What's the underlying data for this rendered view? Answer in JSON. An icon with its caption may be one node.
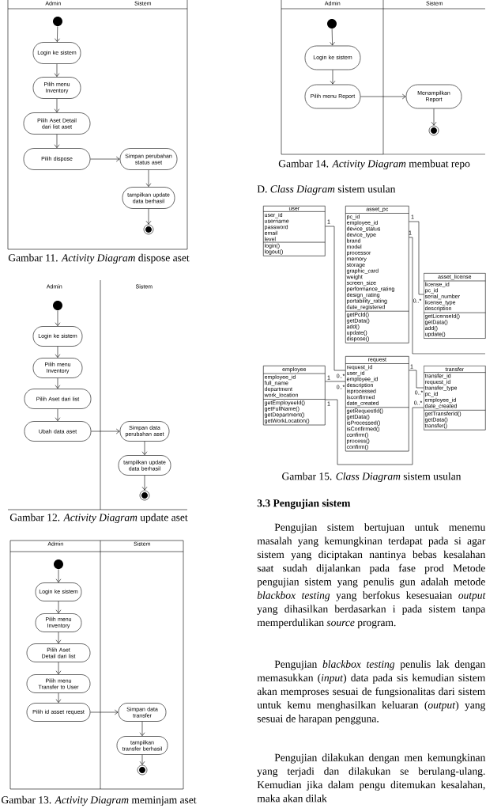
{
  "diagram": {
    "nodes": [
      {
        "text": [
          "Admin"
        ]
      },
      {
        "text": [
          "Sistem"
        ]
      },
      {
        "text": [],
        "shape": "circle",
        "in": 0
      },
      {
        "text": [
          "Login ke sistem"
        ],
        "in": 0
      },
      {
        "text": [
          "Pilih menu Inventory"
        ],
        "in": 0
      },
      {
        "text": [
          "Pilih Aset Detail dari list aset"
        ],
        "in": 0
      },
      {
        "text": [
          "Pilih dispose"
        ],
        "in": 0
      },
      {
        "text": [
          "Simpan perubahan status aset"
        ],
        "in": 1
      },
      {
        "text": [
          "tampilkan update data berhasil"
        ],
        "in": 1
      },
      {
        "text": [],
        "shape": "circle",
        "in": 1
      },
      {
        "text": [
          "Admin"
        ]
      },
      {
        "text": [
          "Sistem"
        ]
      },
      {
        "text": [],
        "shape": "circle",
        "in": 10
      },
      {
        "text": [
          "Login ke sistem"
        ],
        "in": 10
      },
      {
        "text": [
          "Pilih menu Inventory"
        ],
        "in": 10
      },
      {
        "text": [
          "Pilih Aset dari list"
        ],
        "in": 10
      },
      {
        "text": [
          "Ubah data aset"
        ],
        "in": 10
      },
      {
        "text": [
          "Simpan data perubahan aset"
        ],
        "in": 11
      },
      {
        "text": [
          "tampilkan update data berhasil"
        ],
        "in": 11
      },
      {
        "text": [],
        "shape": "circle",
        "in": 11
      },
      {
        "text": [
          "Admin"
        ]
      },
      {
        "text": [
          "Sistem"
        ]
      },
      {
        "text": [],
        "shape": "circle",
        "in": 20
      },
      {
        "text": [
          "Login ke sistem"
        ],
        "in": 20
      },
      {
        "text": [
          "Pilih menu Inventory"
        ],
        "in": 20
      },
      {
        "text": [
          "Pilih Aset Detail dari list"
        ],
        "in": 20
      },
      {
        "text": [
          "Pilih menu Transfer to User"
        ],
        "in": 20
      },
      {
        "text": [
          "Pilih id asset request"
        ],
        "in": 20
      },
      {
        "text": [
          "Simpan data transfer"
        ],
        "in": 21
      },
      {
        "text": [
          "tampilkan transfer berhasil"
        ],
        "in": 21
      },
      {
        "text": [],
        "shape": "circle",
        "in": 21
      },
      {
        "text": [
          "Admin"
        ]
      },
      {
        "text": [
          "Sistem"
        ]
      },
      {
        "text": [],
        "shape": "circle",
        "in": 31
      },
      {
        "text": [
          "Login ke sistem"
        ],
        "in": 31
      },
      {
        "text": [
          "Pilih menu Report"
        ],
        "in": 31
      },
      {
        "text": [
          "Menampilkan Report"
        ],
        "in": 32
      },
      {
        "text": [],
        "shape": "circle",
        "in": 32
      },
      {
        "text": [
          "user",
          "user_id username password email level",
          "login() logout()"
        ]
      },
      {
        "text": [
          "asset_pc",
          "pc_id employee_id device_status device_type brand model processor memory storage graphic_card weight screen_size performance_rating design_rating portability_rating date_registered",
          "getPcId() getData() add() update() dispose()"
        ]
      },
      {
        "text": [
          "asset_license",
          "license_id pc_id serial_number license_type description",
          "getLicenseId() getData() add() update()"
        ]
      },
      {
        "text": [
          "employee",
          "employee_id full_name department work_location",
          "getEmployeeId() getFullName() getDepartment() getWorkLocation()"
        ]
      },
      {
        "text": [
          "request",
          "request_id user_id employee_id description isprocessed isconfirmed date_created",
          "getRequestId() getData() isProcessed() isConfirmed() confirm() process() confirm()"
        ]
      },
      {
        "text": [
          "transfer",
          "transfer_id request_id transfer_type pc_id employee_id date_created",
          "getTransferId() getData() transfer()"
        ]
      }
    ],
    "edges": [
      {
        "from": 2,
        "to": 3,
        "arrow": "to"
      },
      {
        "from": 3,
        "to": 4,
        "arrow": "to"
      },
      {
        "from": 4,
        "to": 5,
        "arrow": "to"
      },
      {
        "from": 5,
        "to": 6,
        "arrow": "to"
      },
      {
        "from": 6,
        "to": 7,
        "arrow": "to"
      },
      {
        "from": 7,
        "to": 8,
        "arrow": "to"
      },
      {
        "from": 8,
        "to": 9,
        "arrow": "to"
      },
      {
        "from": 12,
        "to": 13,
        "arrow": "to"
      },
      {
        "from": 13,
        "to": 14,
        "arrow": "to"
      },
      {
        "from": 14,
        "to": 15,
        "arrow": "to"
      },
      {
        "from": 15,
        "to": 16,
        "arrow": "to"
      },
      {
        "from": 16,
        "to": 17,
        "arrow": "to"
      },
      {
        "from": 17,
        "to": 18,
        "arrow": "to"
      },
      {
        "from": 18,
        "to": 19,
        "arrow": "to"
      },
      {
        "from": 22,
        "to": 23,
        "arrow": "to"
      },
      {
        "from": 23,
        "to": 24,
        "arrow": "to"
      },
      {
        "from": 24,
        "to": 25,
        "arrow": "to"
      },
      {
        "from": 25,
        "to": 26,
        "arrow": "to"
      },
      {
        "from": 26,
        "to": 27,
        "arrow": "to"
      },
      {
        "from": 27,
        "to": 28,
        "arrow": "to"
      },
      {
        "from": 28,
        "to": 29,
        "arrow": "to"
      },
      {
        "from": 29,
        "to": 30,
        "arrow": "to"
      },
      {
        "from": 33,
        "to": 34,
        "arrow": "to"
      },
      {
        "from": 34,
        "to": 35,
        "arrow": "to"
      },
      {
        "from": 35,
        "to": 36,
        "arrow": "to"
      },
      {
        "from": 36,
        "to": 37,
        "arrow": "to"
      },
      {
        "from": 38,
        "to": 42,
        "arrow": "none"
      },
      {
        "from": 39,
        "to": 40,
        "arrow": "none"
      },
      {
        "from": 39,
        "to": null,
        "arrow": "none"
      },
      {
        "from": 42,
        "to": 43,
        "arrow": "none"
      },
      {
        "from": 41,
        "to": 42,
        "arrow": "none"
      },
      {
        "from": 41,
        "to": 43,
        "arrow": "none"
      }
    ],
    "labels": [
      "Gambar 11. *Activity Diagram* dispose aset",
      "Gambar 12. *Activity Diagram* update aset",
      "Gambar 13. *Activity Diagram* meminjam aset",
      "Gambar 14. *Activity Diagram* membuat repo",
      "D. *Class Diagram* sistem usulan",
      "1",
      "1",
      "1",
      "0..*",
      "0..*",
      "1",
      "1",
      "0..*",
      "0..*",
      "1",
      "0..*",
      "Gambar 15. *Class Diagram* sistem usulan",
      "3.3 Pengujian sistem",
      "Pengujian sistem bertujuan untuk menemu masalah yang kemungkinan terdapat pada si agar sistem yang diciptakan nantinya bebas kesalahan saat sudah dijalankan pada fase prod Metode pengujian sistem yang penulis gun adalah metode *blackbox testing* yang berfokus kesesuaian *output* yang dihasilkan berdasarkan i pada sistem tanpa memperdulikan *source* program.",
      "Pengujian *blackbox testing* penulis lak dengan memasukkan (*input*) data pada sis kemudian sistem akan memproses sesuai de fungsionalitas dari sistem untuk kemu menghasilkan keluaran (*output*) yang sesuai de harapan pengguna.",
      "Pengujian dilakukan dengan men kemungkinan yang terjadi dan dilakukan se berulang-ulang. Kemudian jika dalam pengu ditemukan kesalahan, maka akan dilak"
    ]
  }
}
